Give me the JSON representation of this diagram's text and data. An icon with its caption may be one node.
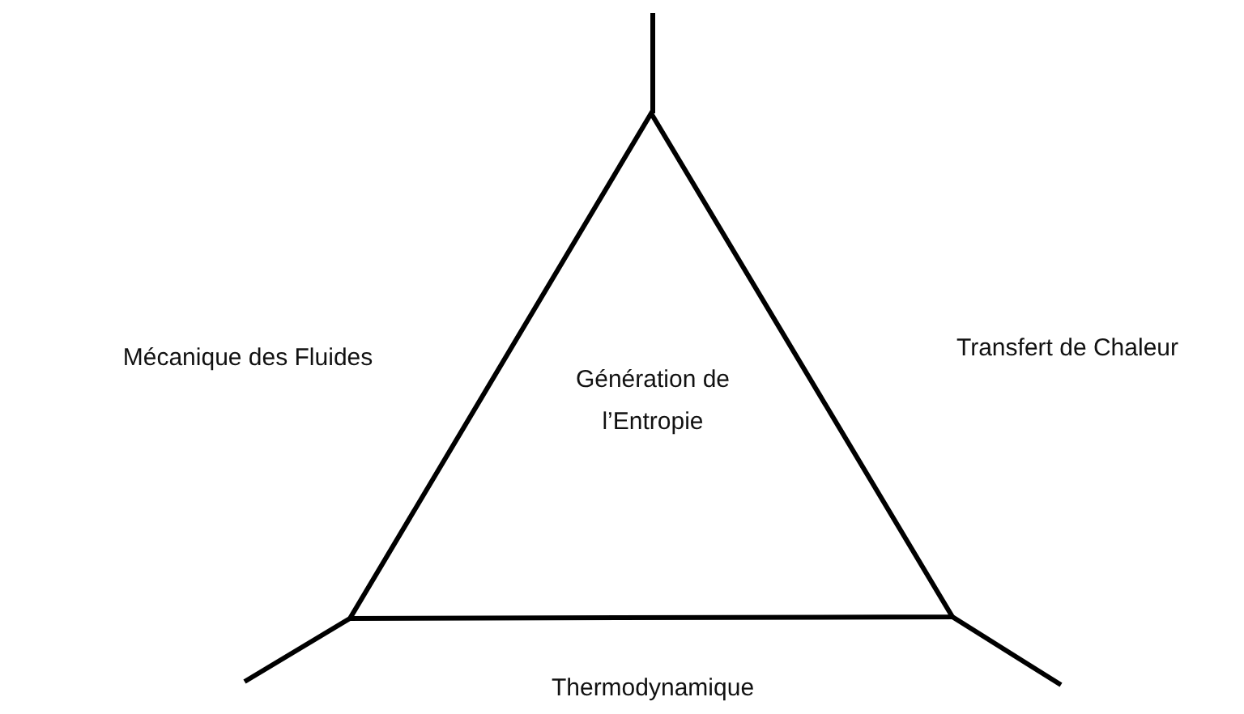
{
  "diagram": {
    "nodes": [
      {
        "text": [
          "Génération de l’Entropie"
        ]
      }
    ],
    "labels": [
      "Mécanique des Fluides",
      "Transfert de Chaleur",
      "Thermodynamique"
    ]
  }
}
